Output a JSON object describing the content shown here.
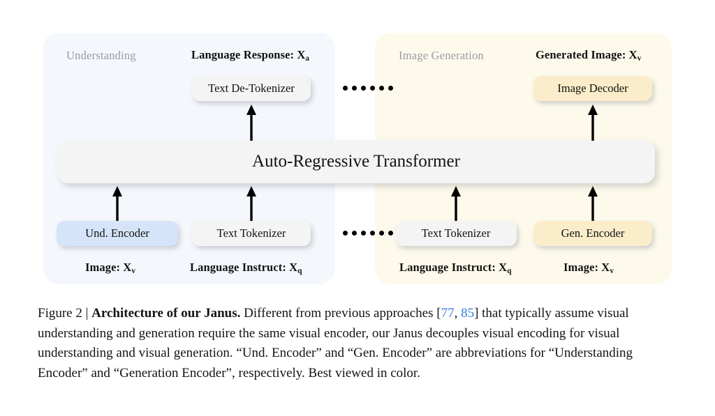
{
  "figure": {
    "panels": [
      {
        "id": "understanding",
        "caption": "Understanding",
        "background": "#f4f7fc"
      },
      {
        "id": "generation",
        "caption": "Image Generation",
        "background": "#fdfaec"
      }
    ],
    "io_labels": {
      "language_response": {
        "text": "Language Response: X",
        "sub": "a"
      },
      "generated_image": {
        "text": "Generated Image: X",
        "sub": "v"
      },
      "image_left": {
        "text": "Image: X",
        "sub": "v"
      },
      "language_left": {
        "text": "Language Instruct: X",
        "sub": "q"
      },
      "language_right": {
        "text": "Language Instruct: X",
        "sub": "q"
      },
      "image_right": {
        "text": "Image: X",
        "sub": "v"
      }
    },
    "boxes": {
      "text_detokenizer": {
        "label": "Text De-Tokenizer",
        "color": "#f4f4f4"
      },
      "image_decoder": {
        "label": "Image Decoder",
        "color": "#fbedca"
      },
      "transformer": {
        "label": "Auto-Regressive Transformer",
        "color": "#f4f4f4"
      },
      "und_encoder": {
        "label": "Und. Encoder",
        "color": "#d5e4f8"
      },
      "text_tokenizer_left": {
        "label": "Text Tokenizer",
        "color": "#f4f4f4"
      },
      "text_tokenizer_right": {
        "label": "Text Tokenizer",
        "color": "#f4f4f4"
      },
      "gen_encoder": {
        "label": "Gen. Encoder",
        "color": "#fbedca"
      }
    },
    "separators": {
      "dot_count": 6,
      "dot_color": "#000000"
    },
    "arrow_color": "#000000"
  },
  "caption": {
    "figure_number": "Figure 2 | ",
    "title": "Architecture of our Janus.",
    "body_part_1": " Different from previous approaches [",
    "citation_1": "77",
    "citation_separator": ", ",
    "citation_2": "85",
    "body_part_2": "] that typically assume visual understanding and generation require the same visual encoder, our Janus decouples visual encoding for visual understanding and visual generation. “Und. Encoder” and “Gen. Encoder” are abbreviations for “Understanding Encoder” and “Generation Encoder”, respectively. Best viewed in color.",
    "citation_color": "#3b7ddd"
  }
}
